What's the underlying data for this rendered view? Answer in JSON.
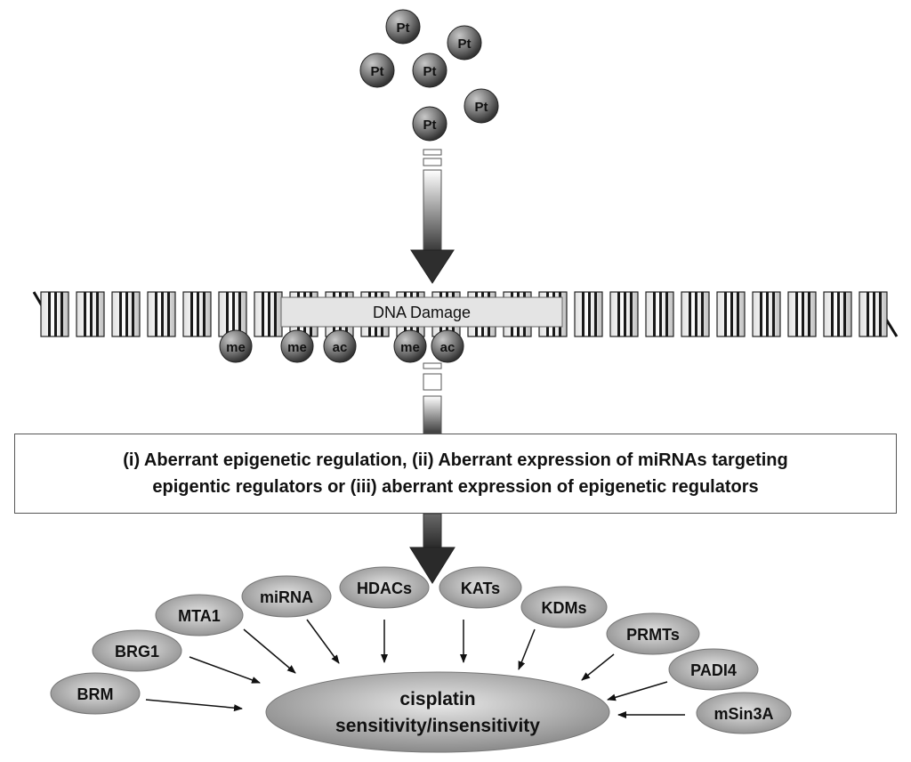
{
  "molecules": {
    "pt_label": "Pt",
    "me_label": "me",
    "ac_label": "ac"
  },
  "dna": {
    "damage_label": "DNA Damage"
  },
  "mechanism_box": {
    "line1": "(i) Aberrant epigenetic regulation, (ii) Aberrant expression of miRNAs targeting",
    "line2": "epigentic regulators or (iii) aberrant expression of epigenetic regulators"
  },
  "outcome": {
    "line1": "cisplatin",
    "line2": "sensitivity/insensitivity"
  },
  "regulators": [
    "BRM",
    "BRG1",
    "MTA1",
    "miRNA",
    "HDACs",
    "KATs",
    "KDMs",
    "PRMTs",
    "PADI4",
    "mSin3A"
  ],
  "colors": {
    "sphere_light": "#b0b0b0",
    "sphere_dark": "#3a3a3a",
    "ellipse_light": "#d6d6d6",
    "ellipse_dark": "#8a8a8a",
    "arrow_dark": "#2b2b2b"
  }
}
